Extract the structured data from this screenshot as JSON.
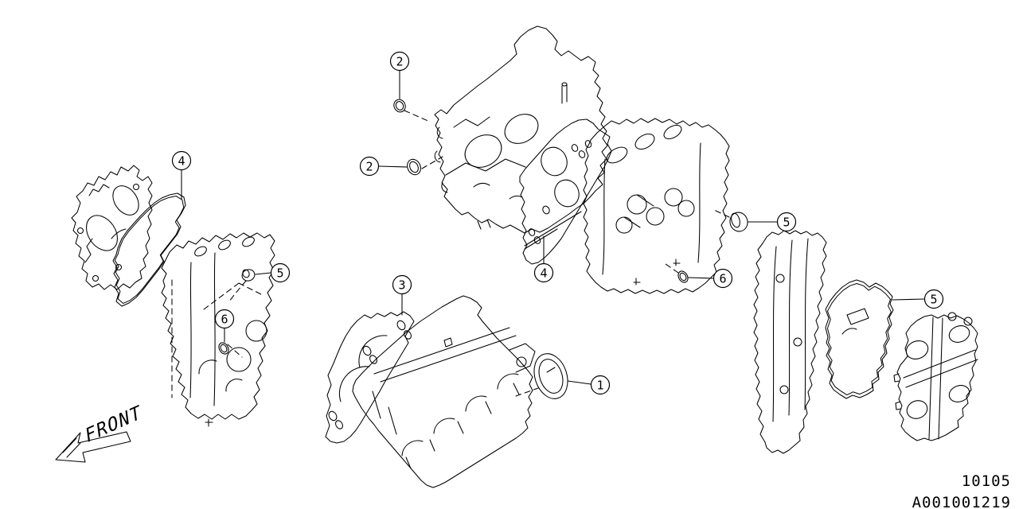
{
  "page": {
    "background": "#ffffff",
    "line_color": "#000000",
    "description": "Exploded engine gasket and seal kit parts diagram"
  },
  "labels": {
    "front": "FRONT",
    "figure_number": "10105",
    "drawing_code": "A001001219"
  },
  "callouts": [
    {
      "id": "o-ring-upper",
      "label": "2"
    },
    {
      "id": "o-ring-lower",
      "label": "2"
    },
    {
      "id": "lh-valve-cover-gasket",
      "label": "4"
    },
    {
      "id": "lh-cam-plug",
      "label": "5"
    },
    {
      "id": "lh-oil-o-ring",
      "label": "6"
    },
    {
      "id": "cylinder-block-gasket",
      "label": "3"
    },
    {
      "id": "rh-head-gasket",
      "label": "4"
    },
    {
      "id": "rh-cam-plug",
      "label": "5"
    },
    {
      "id": "rh-oil-o-ring",
      "label": "6"
    },
    {
      "id": "crankshaft-oil-seal",
      "label": "1"
    },
    {
      "id": "rh-valve-cover-gasket",
      "label": "5"
    }
  ]
}
